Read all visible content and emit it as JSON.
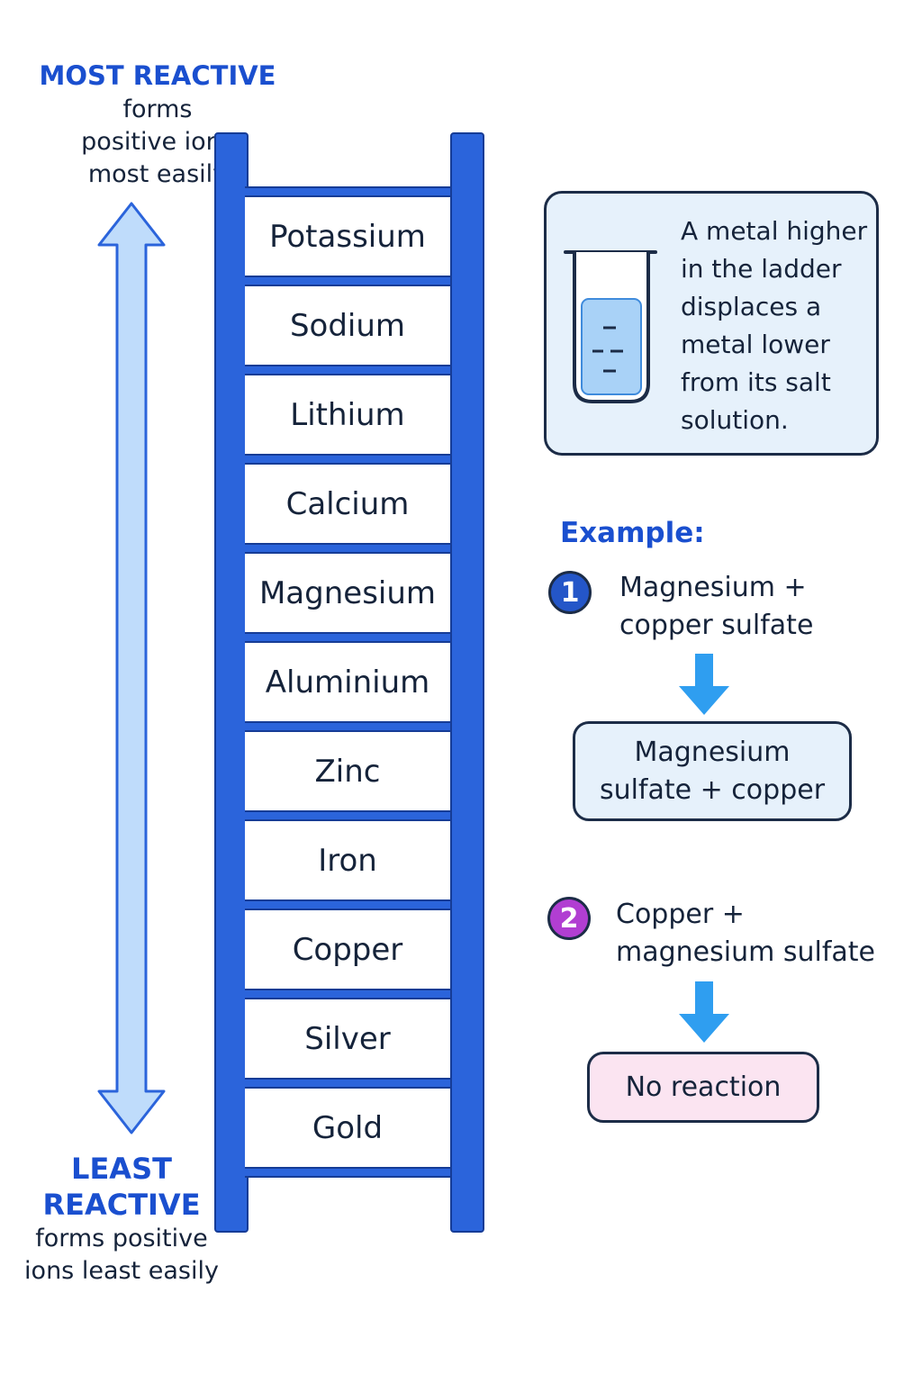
{
  "top_label": {
    "heading": "MOST REACTIVE",
    "subtext": "forms positive ions most easily"
  },
  "bottom_label": {
    "heading": "LEAST REACTIVE",
    "subtext": "forms positive ions least easily"
  },
  "ladder": {
    "metals": [
      "Potassium",
      "Sodium",
      "Lithium",
      "Calcium",
      "Magnesium",
      "Aluminium",
      "Zinc",
      "Iron",
      "Copper",
      "Silver",
      "Gold"
    ]
  },
  "info": {
    "text": "A metal higher in the ladder displaces a metal lower from its salt solution."
  },
  "example": {
    "heading": "Example:",
    "steps": [
      {
        "number": "1",
        "reactants": "Magnesium + copper sulfate",
        "result": "Magnesium sulfate + copper"
      },
      {
        "number": "2",
        "reactants": "Copper + magnesium sulfate",
        "result": "No reaction"
      }
    ]
  },
  "colors": {
    "accent_blue": "#1a4fcf",
    "ladder_blue": "#2b64db",
    "arrow_light_blue": "#bfdcfb",
    "down_arrow_blue": "#2f9ef0",
    "step2_purple": "#b13ed2",
    "no_reaction_pink": "#fbe4f1"
  }
}
